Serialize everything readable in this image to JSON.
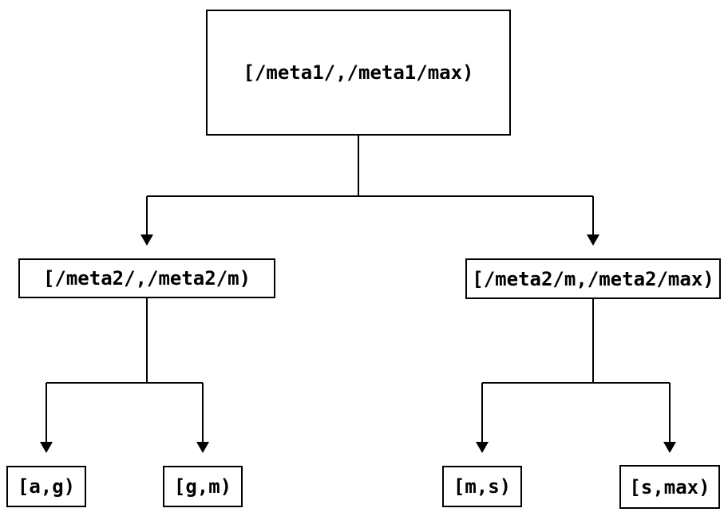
{
  "diagram": {
    "nodes": {
      "root": {
        "label": "[/meta1/,/meta1/max)"
      },
      "level2_left": {
        "label": "[/meta2/,/meta2/m)"
      },
      "level2_right": {
        "label": "[/meta2/m,/meta2/max)"
      },
      "leaf_ag": {
        "label": "[a,g)"
      },
      "leaf_gm": {
        "label": "[g,m)"
      },
      "leaf_ms": {
        "label": "[m,s)"
      },
      "leaf_smax": {
        "label": "[s,max)"
      }
    },
    "edges": [
      {
        "from": "root",
        "to": "level2_left"
      },
      {
        "from": "root",
        "to": "level2_right"
      },
      {
        "from": "level2_left",
        "to": "leaf_ag"
      },
      {
        "from": "level2_left",
        "to": "leaf_gm"
      },
      {
        "from": "level2_right",
        "to": "leaf_ms"
      },
      {
        "from": "level2_right",
        "to": "leaf_smax"
      }
    ],
    "colors": {
      "background": "#ffffff",
      "line": "#000000",
      "text": "#000000",
      "box_border": "#000000"
    }
  }
}
